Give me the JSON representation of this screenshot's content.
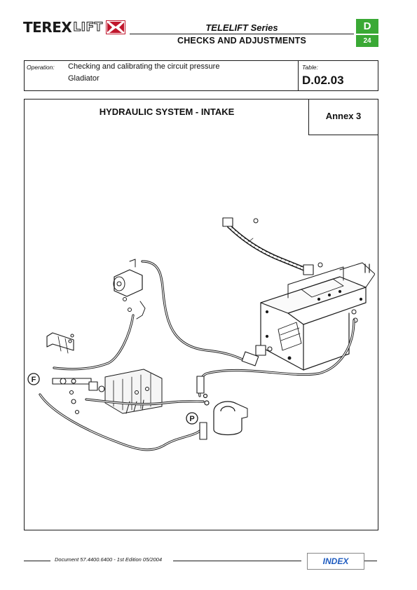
{
  "header": {
    "brand_main": "TEREX",
    "brand_lift": "LIFT",
    "series": "TELELIFT Series",
    "section": "CHECKS AND ADJUSTMENTS",
    "badge_letter": "D",
    "badge_number": "24",
    "badge_color": "#3aa935"
  },
  "operation": {
    "label": "Operation:",
    "line1": "Checking and calibrating the circuit pressure",
    "line2": "Gladiator",
    "table_label": "Table:",
    "table_code": "D.02.03"
  },
  "diagram": {
    "title": "HYDRAULIC SYSTEM - INTAKE",
    "annex": "Annex 3",
    "callouts": [
      "F",
      "P"
    ]
  },
  "footer": {
    "document": "Document 57.4400.6400 - 1st Edition 05/2004",
    "index_label": "INDEX",
    "index_color": "#1e5bbf"
  }
}
